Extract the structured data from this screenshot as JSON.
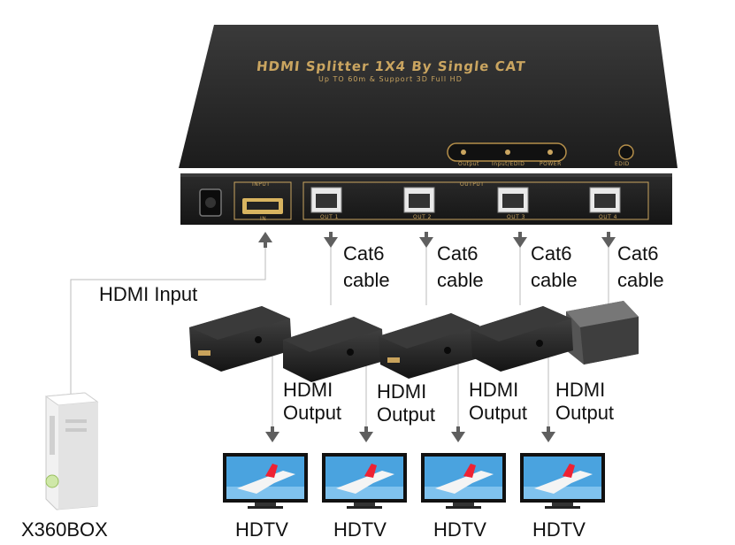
{
  "device": {
    "title": "HDMI Splitter 1X4 By Single CAT",
    "subtitle": "Up TO 60m & Support 3D Full HD",
    "front_labels": [
      "Output",
      "Input/EDID",
      "POWER",
      "EDID"
    ],
    "input_group_label": "INPUT",
    "input_port_label": "IN",
    "output_group_label": "OUTPUT",
    "output_port_labels": [
      "OUT 1",
      "OUT 2",
      "OUT 3",
      "OUT 4"
    ]
  },
  "annotations": {
    "hdmi_input": "HDMI Input",
    "cables": [
      {
        "line1": "Cat6",
        "line2": "cable"
      },
      {
        "line1": "Cat6",
        "line2": "cable"
      },
      {
        "line1": "Cat6",
        "line2": "cable"
      },
      {
        "line1": "Cat6",
        "line2": "cable"
      }
    ],
    "outputs": [
      {
        "line1": "HDMI",
        "line2": "Output"
      },
      {
        "line1": "HDMI",
        "line2": "Output"
      },
      {
        "line1": "HDMI",
        "line2": "Output"
      },
      {
        "line1": "HDMI",
        "line2": "Output"
      }
    ]
  },
  "source_label": "X360BOX",
  "tv_labels": [
    "HDTV",
    "HDTV",
    "HDTV",
    "HDTV"
  ],
  "colors": {
    "device_body": "#2a2a2a",
    "gold_text": "#c9a35c",
    "arrow": "#666666",
    "tv_sky": "#4aa3df"
  }
}
